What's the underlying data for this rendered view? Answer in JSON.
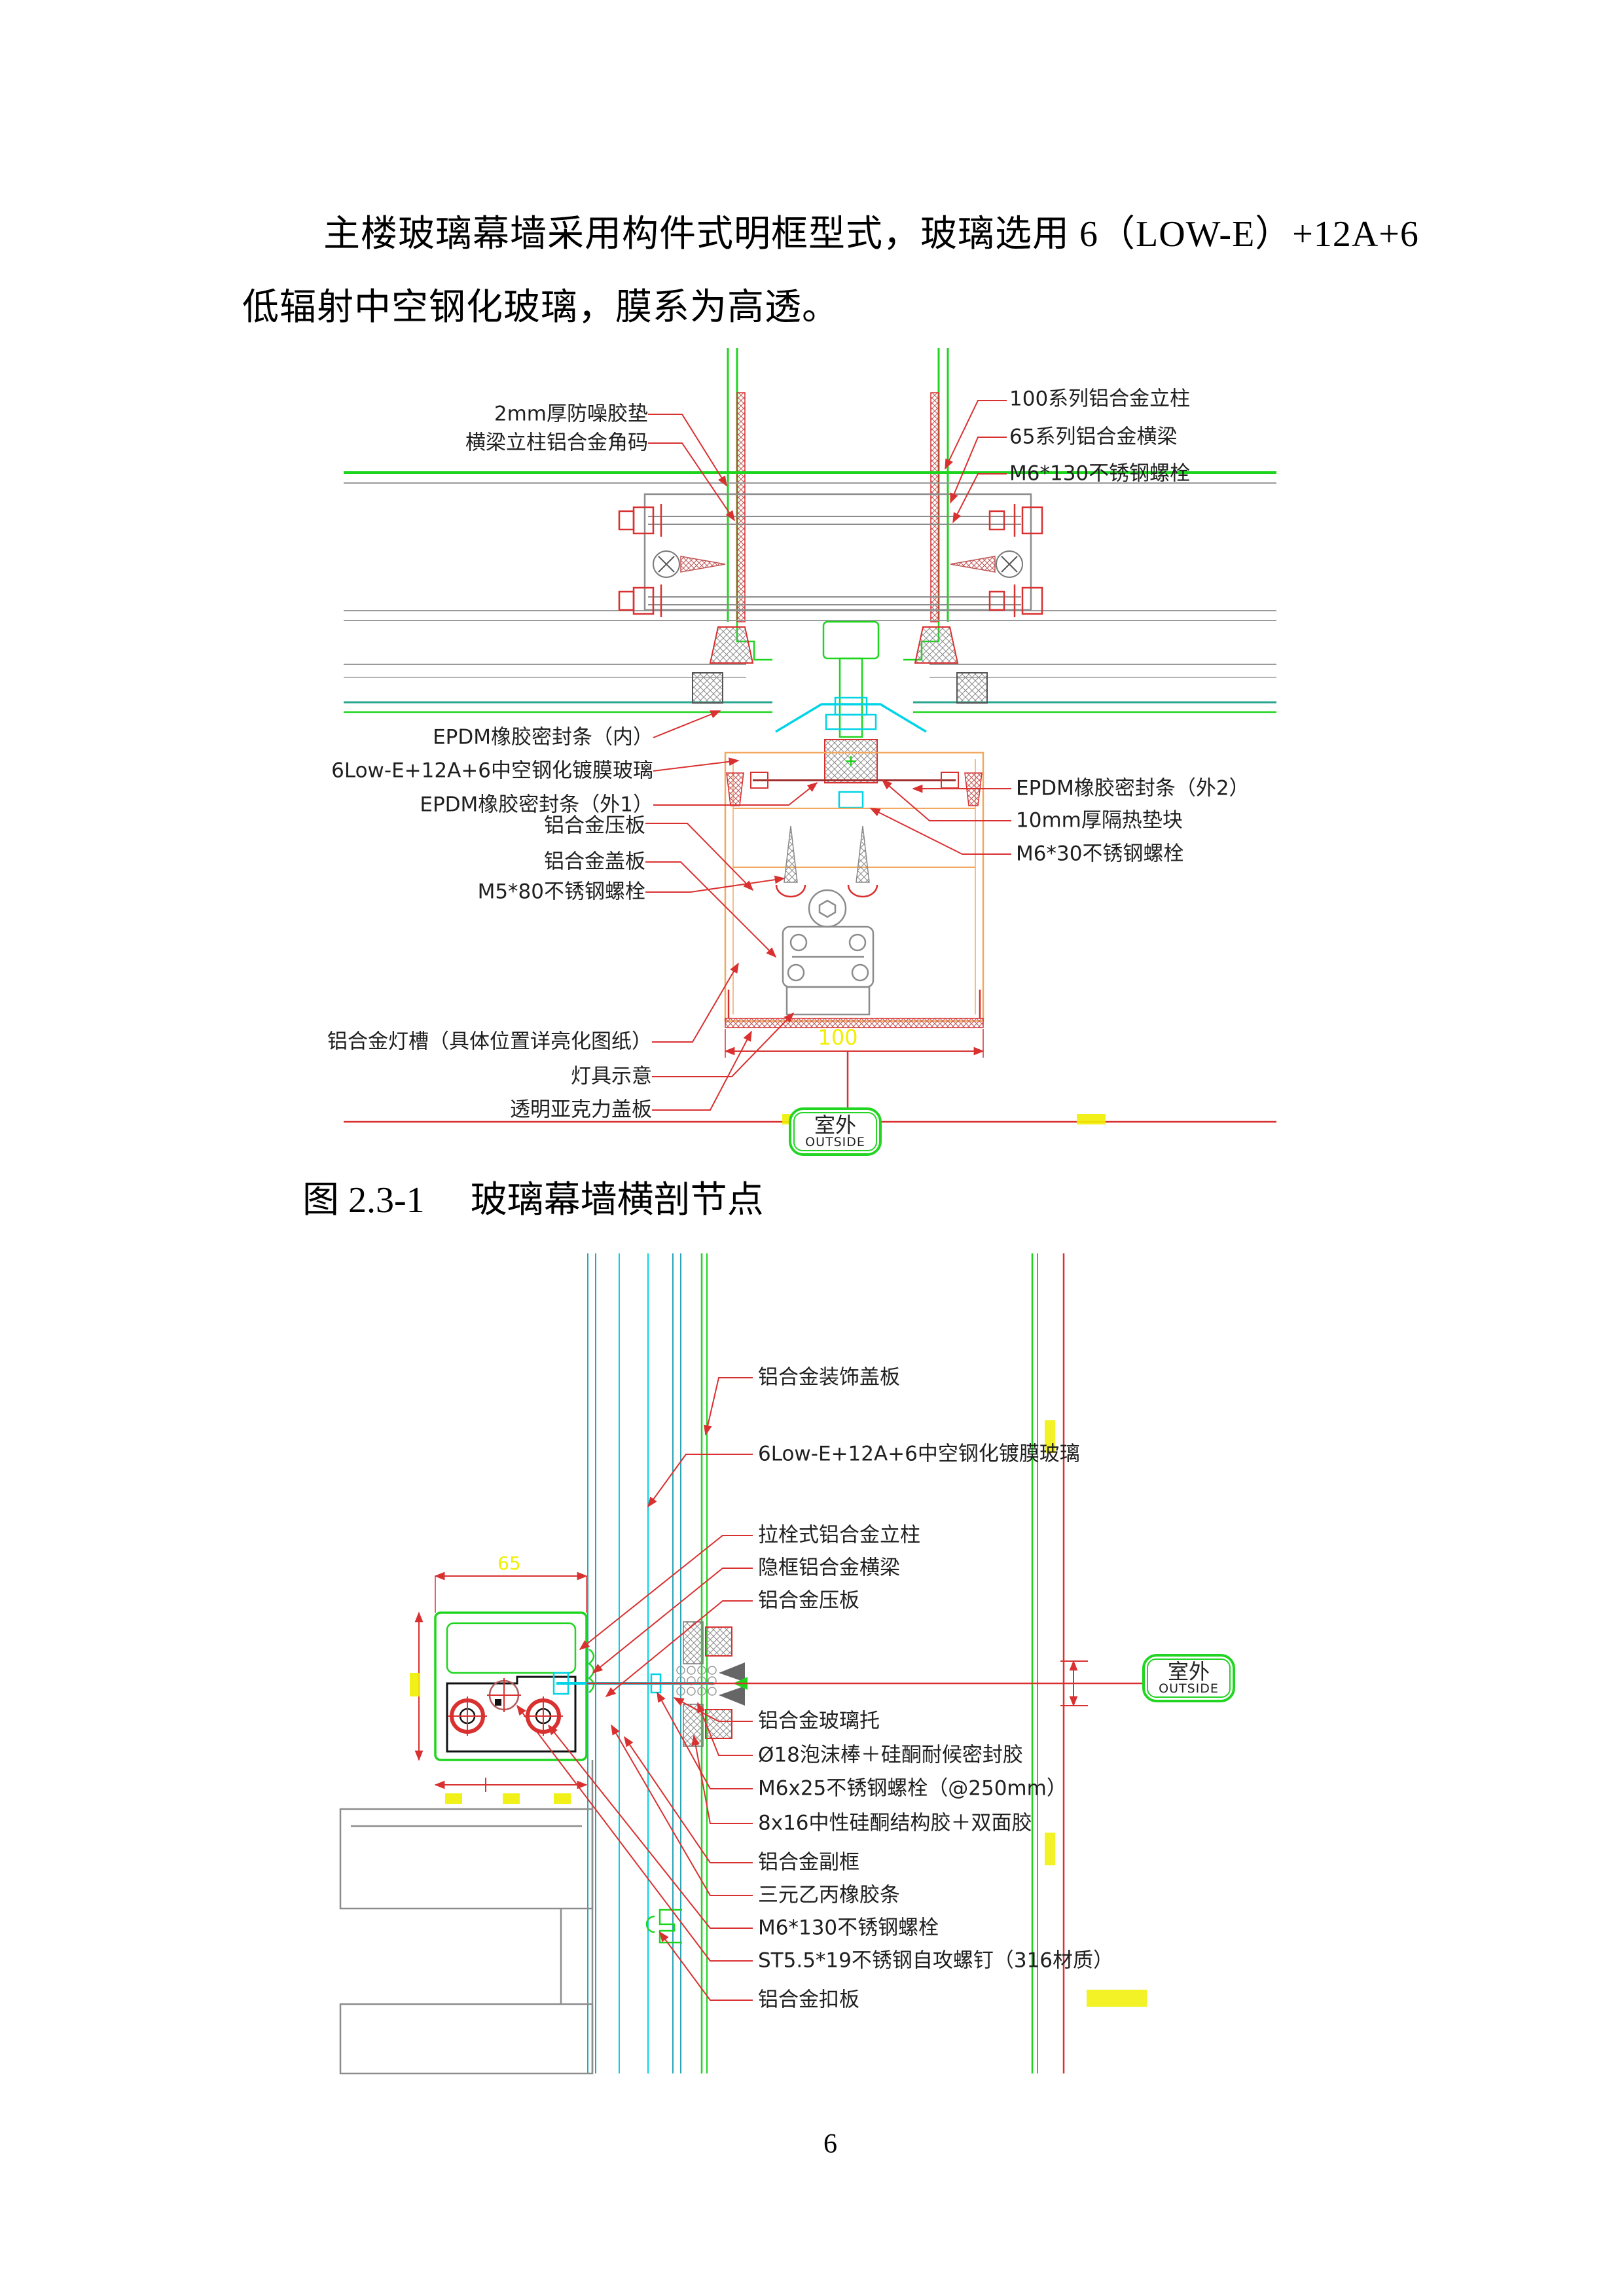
{
  "page": {
    "paragraph_line1": "主楼玻璃幕墙采用构件式明框型式，玻璃选用 6（LOW-E）+12A+6",
    "paragraph_line2": "低辐射中空钢化玻璃，膜系为高透。",
    "caption_figure": "图 2.3-1",
    "caption_title": "玻璃幕墙横剖节点",
    "page_number": "6"
  },
  "colors": {
    "cad_green": "#1ed51e",
    "cad_teal": "#2aa58f",
    "cad_cyan": "#00d4e6",
    "cad_red": "#d93030",
    "cad_orange": "#f2a95f",
    "cad_gray": "#8c8c8c",
    "dim_yellow": "#f0f000",
    "badge_green": "#23d523"
  },
  "drawing1": {
    "outside_badge": {
      "cn": "室外",
      "en": "OUTSIDE"
    },
    "dimension_100": "100",
    "labels": {
      "pad2mm": "2mm厚防噪胶垫",
      "corner_code": "横梁立柱铝合金角码",
      "mullion100": "100系列铝合金立柱",
      "transom65": "65系列铝合金横梁",
      "bolt_m6x130": "M6*130不锈钢螺栓",
      "epdm_inner": "EPDM橡胶密封条（内）",
      "glass": "6Low-E+12A+6中空钢化镀膜玻璃",
      "epdm_outer1": "EPDM橡胶密封条（外1）",
      "press_plate": "铝合金压板",
      "epdm_outer2": "EPDM橡胶密封条（外2）",
      "insulation_block": "10mm厚隔热垫块",
      "bolt_m6x30": "M6*30不锈钢螺栓",
      "cover_plate": "铝合金盖板",
      "bolt_m5x80": "M5*80不锈钢螺栓",
      "lamp_trough": "铝合金灯槽（具体位置详亮化图纸）",
      "lamp_indication": "灯具示意",
      "acrylic_cover": "透明亚克力盖板"
    }
  },
  "drawing2": {
    "outside_badge": {
      "cn": "室外",
      "en": "OUTSIDE"
    },
    "dimension_65": "65",
    "labels": {
      "deco_cover": "铝合金装饰盖板",
      "glass": "6Low-E+12A+6中空钢化镀膜玻璃",
      "bolt_mullion": "拉栓式铝合金立柱",
      "hidden_transom": "隐框铝合金横梁",
      "press_plate": "铝合金压板",
      "glass_support": "铝合金玻璃托",
      "foam_rod": "Ø18泡沫棒＋硅酮耐候密封胶",
      "bolt_m6x25": "M6x25不锈钢螺栓（@250mm）",
      "structural_glue": "8x16中性硅酮结构胶＋双面胶",
      "sub_frame": "铝合金副框",
      "epdm_strip": "三元乙丙橡胶条",
      "bolt_m6x130": "M6*130不锈钢螺栓",
      "screw_st": "ST5.5*19不锈钢自攻螺钉（316材质）",
      "buckle_plate": "铝合金扣板"
    }
  }
}
